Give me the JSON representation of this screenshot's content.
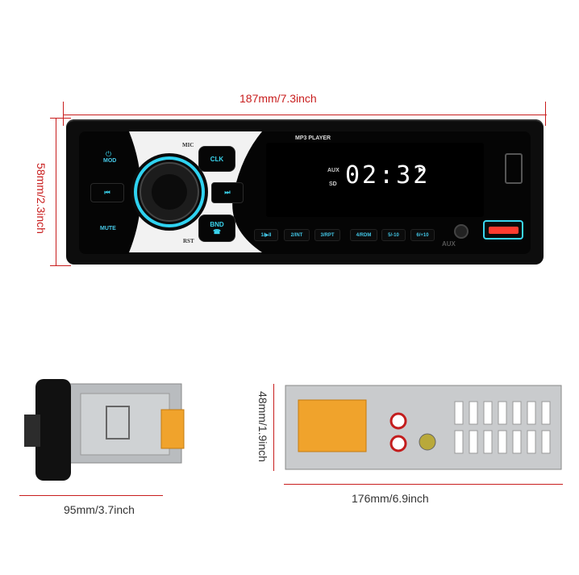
{
  "dimensions": {
    "width_top": "187mm/7.3inch",
    "height_left": "58mm/2.3inch",
    "side_depth": "95mm/3.7inch",
    "back_width": "176mm/6.9inch",
    "back_height": "48mm/1.9inch"
  },
  "radio": {
    "brand": "MP3 PLAYER",
    "time": "02:32",
    "aux": "AUX",
    "sd": "SD",
    "mode": "MOD",
    "prev": "⏮",
    "next": "⏭",
    "clk": "CLK",
    "bnd": "BND",
    "mute": "MUTE",
    "mic": "MIC",
    "rst": "RST",
    "presets": [
      "1/▶II",
      "2/INT",
      "3/RPT",
      "4/RDM",
      "5/-10",
      "6/+10"
    ],
    "aux_label": "AUX"
  },
  "colors": {
    "accent": "#3ad6f0",
    "dimension": "#c81d1d",
    "usb": "#ff3b2f"
  }
}
